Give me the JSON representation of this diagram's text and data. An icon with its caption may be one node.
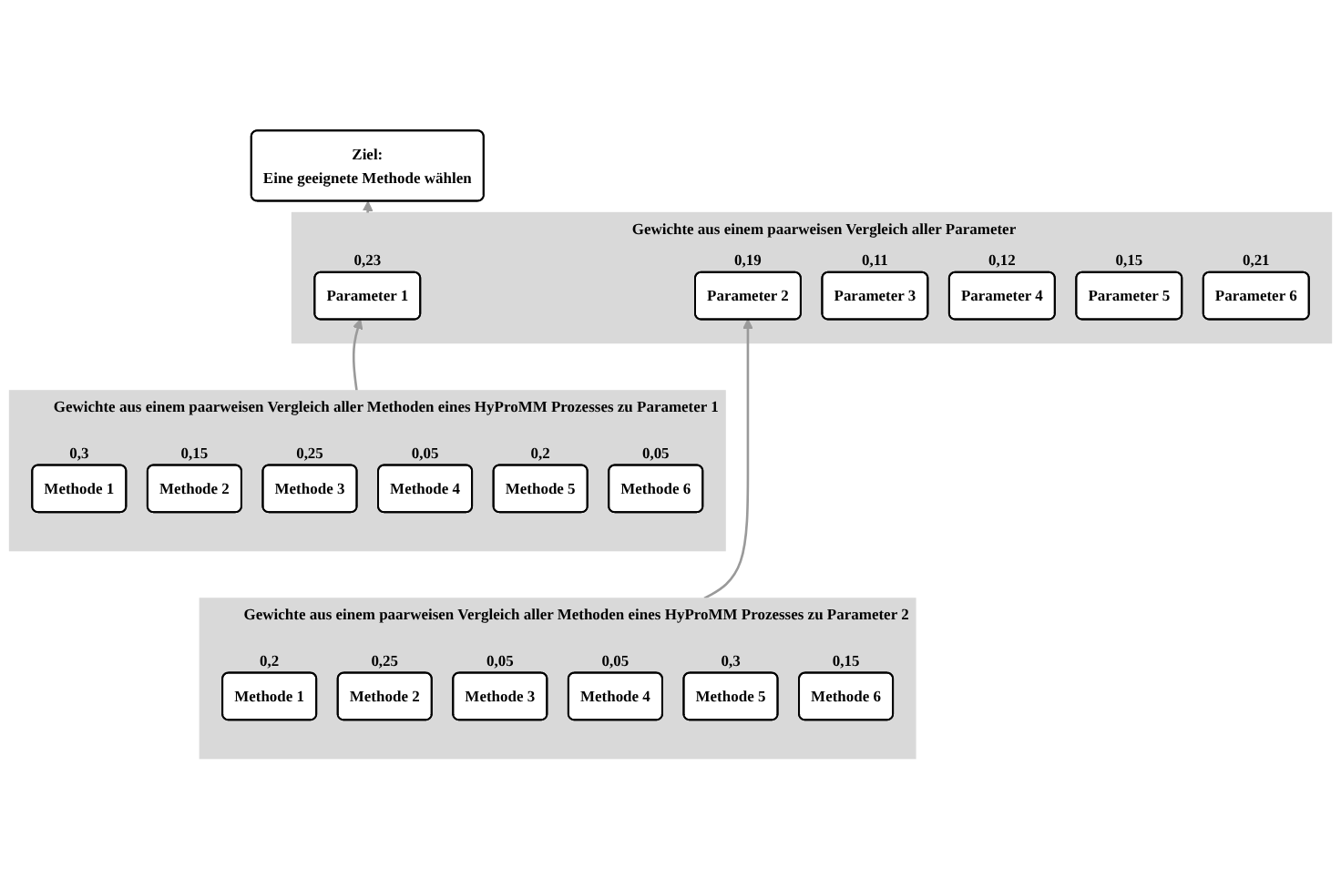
{
  "diagram": {
    "nodes": [
      {
        "text": [
          "Ziel:",
          "Eine geeignete Methode wählen"
        ]
      },
      {
        "text": [
          "Gewichte aus einem paarweisen Vergleich aller Parameter"
        ]
      },
      {
        "text": [
          "Parameter 1"
        ],
        "beside": [
          "0,23"
        ],
        "in": 1
      },
      {
        "text": [
          "Parameter 2"
        ],
        "beside": [
          "0,19"
        ],
        "in": 1
      },
      {
        "text": [
          "Parameter 3"
        ],
        "beside": [
          "0,11"
        ],
        "in": 1
      },
      {
        "text": [
          "Parameter 4"
        ],
        "beside": [
          "0,12"
        ],
        "in": 1
      },
      {
        "text": [
          "Parameter 5"
        ],
        "beside": [
          "0,15"
        ],
        "in": 1
      },
      {
        "text": [
          "Parameter 6"
        ],
        "beside": [
          "0,21"
        ],
        "in": 1
      },
      {
        "text": [
          "Gewichte aus einem paarweisen Vergleich aller Methoden eines HyProMM Prozesses zu Parameter 1"
        ]
      },
      {
        "text": [
          "Methode 1"
        ],
        "beside": [
          "0,3"
        ],
        "in": 8
      },
      {
        "text": [
          "Methode 2"
        ],
        "beside": [
          "0,15"
        ],
        "in": 8
      },
      {
        "text": [
          "Methode 3"
        ],
        "beside": [
          "0,25"
        ],
        "in": 8
      },
      {
        "text": [
          "Methode 4"
        ],
        "beside": [
          "0,05"
        ],
        "in": 8
      },
      {
        "text": [
          "Methode 5"
        ],
        "beside": [
          "0,2"
        ],
        "in": 8
      },
      {
        "text": [
          "Methode 6"
        ],
        "beside": [
          "0,05"
        ],
        "in": 8
      },
      {
        "text": [
          "Gewichte aus einem paarweisen Vergleich aller Methoden eines HyProMM Prozesses zu Parameter 2"
        ]
      },
      {
        "text": [
          "Methode 1"
        ],
        "beside": [
          "0,2"
        ],
        "in": 15
      },
      {
        "text": [
          "Methode 2"
        ],
        "beside": [
          "0,25"
        ],
        "in": 15
      },
      {
        "text": [
          "Methode 3"
        ],
        "beside": [
          "0,05"
        ],
        "in": 15
      },
      {
        "text": [
          "Methode 4"
        ],
        "beside": [
          "0,05"
        ],
        "in": 15
      },
      {
        "text": [
          "Methode 5"
        ],
        "beside": [
          "0,3"
        ],
        "in": 15
      },
      {
        "text": [
          "Methode 6"
        ],
        "beside": [
          "0,15"
        ],
        "in": 15
      }
    ],
    "edges": [
      {
        "from": 1,
        "to": 0,
        "arrow": "to"
      },
      {
        "from": 8,
        "to": 2,
        "arrow": "to"
      },
      {
        "from": 15,
        "to": 3,
        "arrow": "to"
      }
    ]
  }
}
